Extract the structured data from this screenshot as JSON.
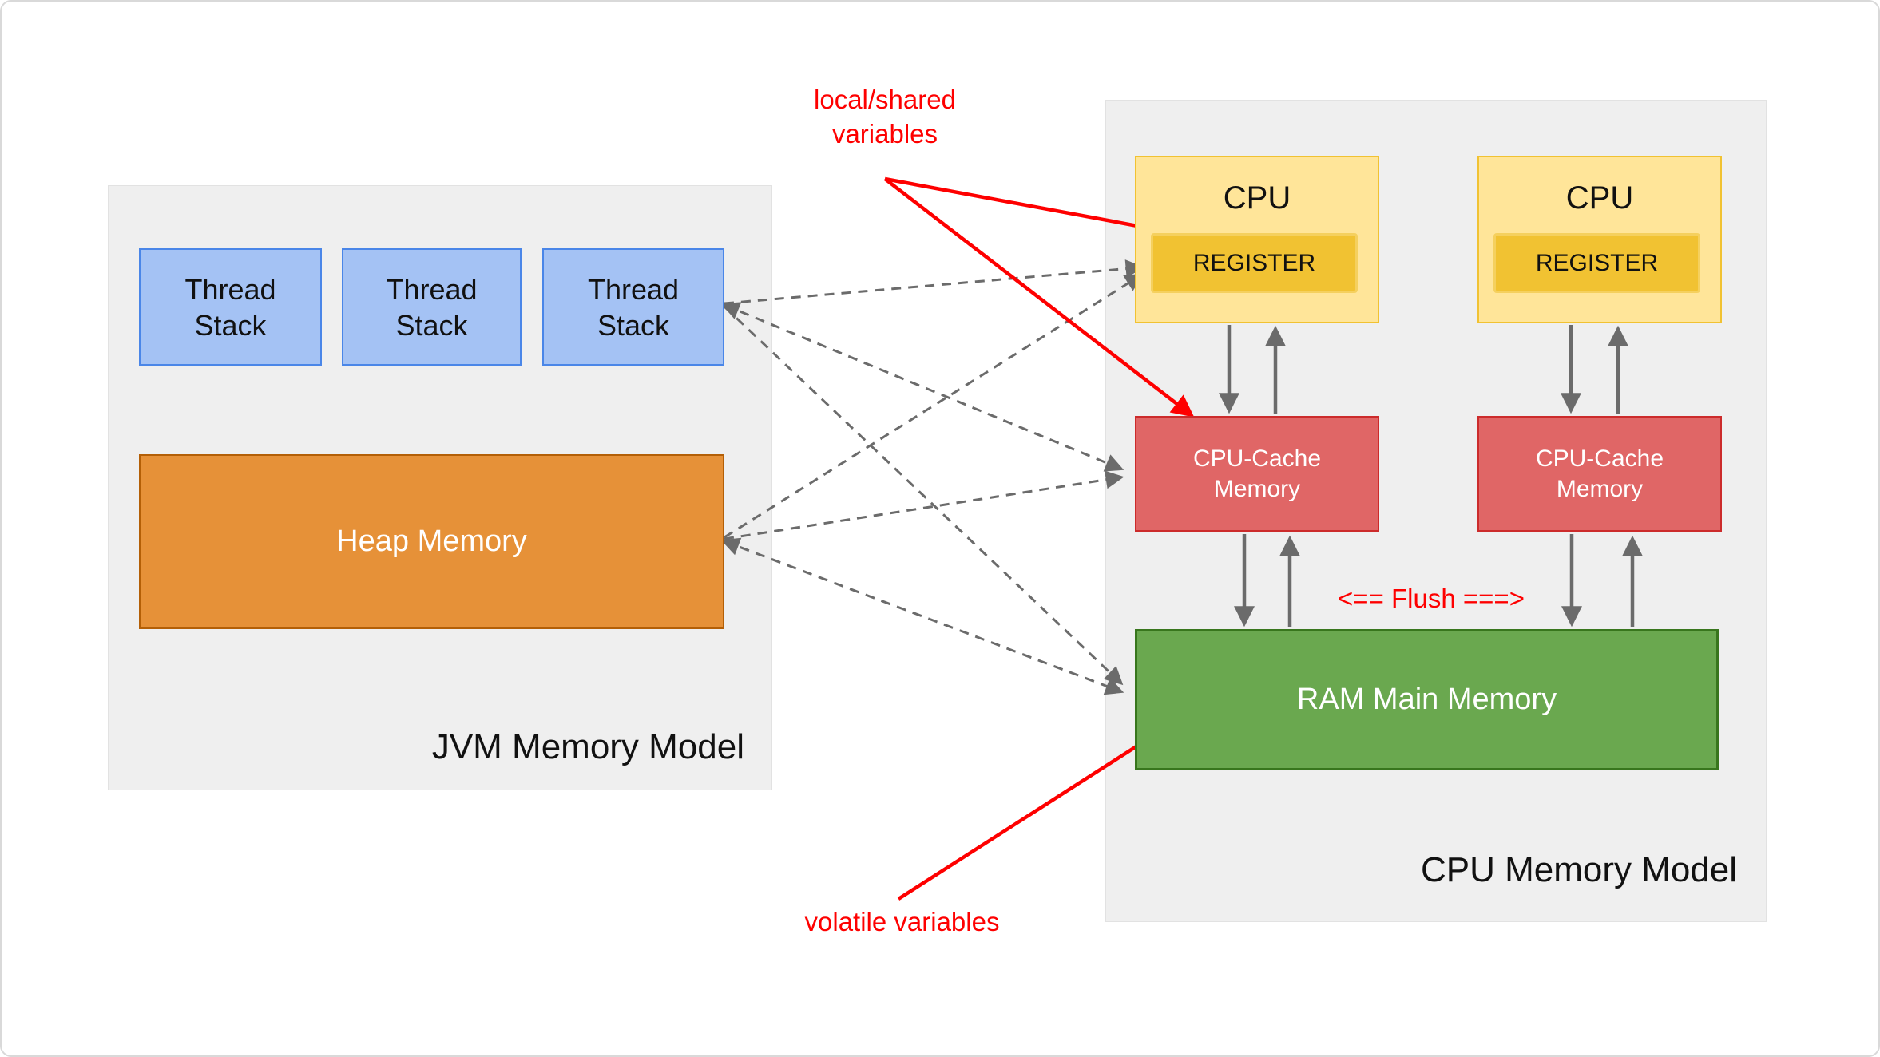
{
  "colors": {
    "page-border": "#d9d9d9",
    "panel-bg": "#efefef",
    "panel-border": "#e2e2e2",
    "blue-fill": "#a4c2f4",
    "blue-border": "#4a86e8",
    "orange-fill": "#e69138",
    "orange-border": "#b45f06",
    "yellow-fill": "#ffe599",
    "yellow-border": "#f1c232",
    "register-fill": "#f1c232",
    "register-border": "#f5d05e",
    "red-fill": "#e06666",
    "red-border": "#cc2b2b",
    "green-fill": "#6aa84f",
    "green-border": "#38761d",
    "arrow-gray": "#6b6b6b",
    "annotation-red": "#fe0000",
    "text-dark": "#111111",
    "text-light": "#ffffff"
  },
  "jvm": {
    "title": "JVM Memory Model",
    "thread_stacks": [
      "Thread Stack",
      "Thread Stack",
      "Thread Stack"
    ],
    "heap": "Heap Memory"
  },
  "cpu": {
    "title": "CPU Memory Model",
    "flush": "<== Flush ===>",
    "ram": "RAM Main Memory",
    "cpus": [
      {
        "label": "CPU",
        "register": "REGISTER",
        "cache": "CPU-Cache Memory"
      },
      {
        "label": "CPU",
        "register": "REGISTER",
        "cache": "CPU-Cache Memory"
      }
    ]
  },
  "annotations": {
    "local_shared": "local/shared variables",
    "volatile": "volatile variables"
  }
}
